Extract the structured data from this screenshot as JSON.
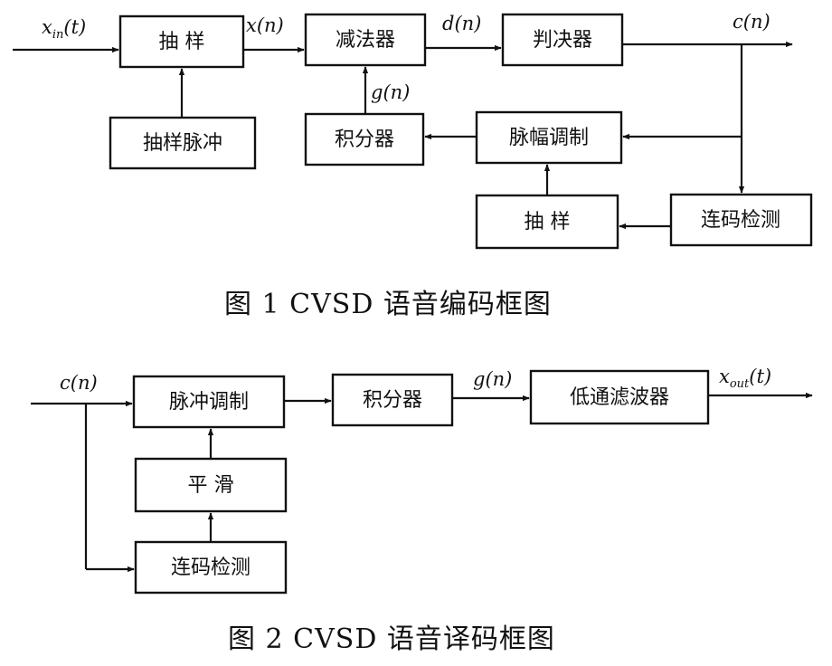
{
  "figure1": {
    "caption": "图 1   CVSD 语音编码框图",
    "blocks": {
      "sample": "抽 样",
      "subtractor": "减法器",
      "decider": "判决器",
      "sample_pulse": "抽样脉冲",
      "integrator": "积分器",
      "pam": "脉幅调制",
      "sample2": "抽 样",
      "run_detect": "连码检测"
    },
    "signals": {
      "xin": "x",
      "xin_sub": "in",
      "xin_arg": "(t)",
      "xn": "x(n)",
      "dn": "d(n)",
      "cn": "c(n)",
      "gn": "g(n)"
    }
  },
  "figure2": {
    "caption": "图 2   CVSD 语音译码框图",
    "blocks": {
      "pulse_mod": "脉冲调制",
      "integrator": "积分器",
      "lpf": "低通滤波器",
      "smooth": "平 滑",
      "run_detect": "连码检测"
    },
    "signals": {
      "cn": "c(n)",
      "gn": "g(n)",
      "xout": "x",
      "xout_sub": "out",
      "xout_arg": "(t)"
    }
  }
}
